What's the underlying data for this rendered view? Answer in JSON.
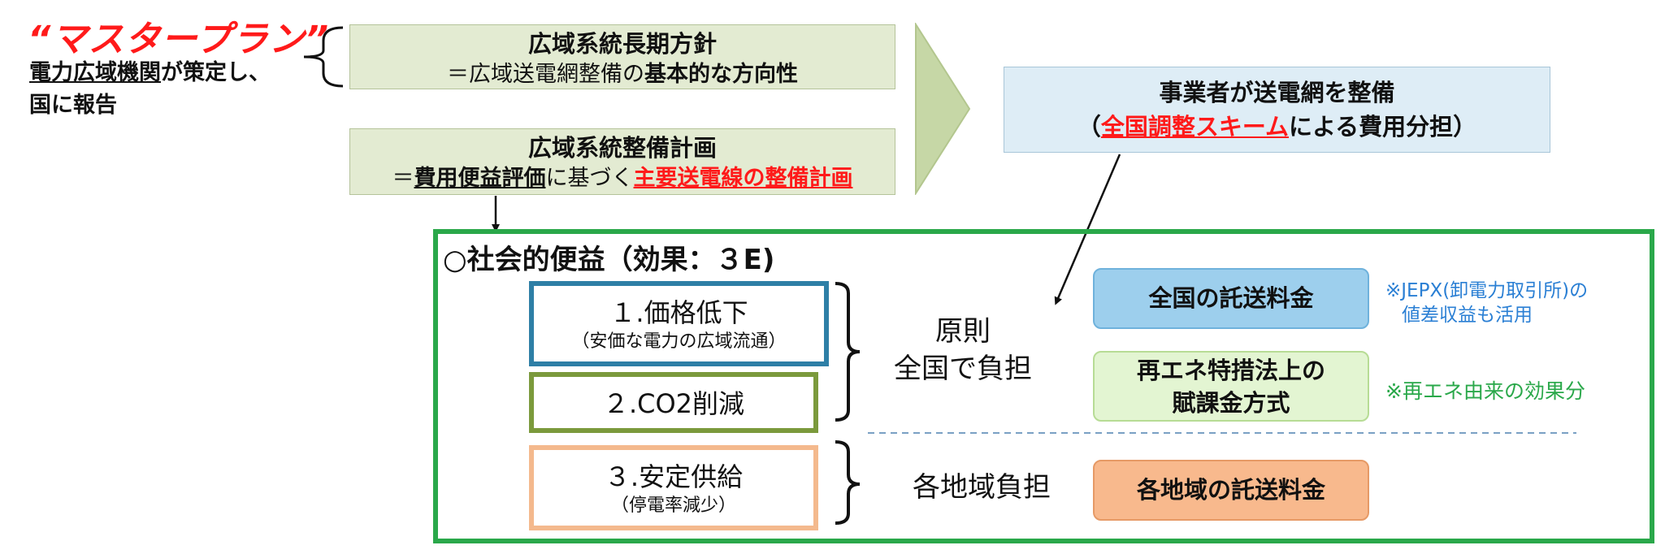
{
  "masterplan": {
    "title": "“マスタープラン”",
    "line1_underlined": "電力広域機関",
    "line1_rest": "が策定し、",
    "line2": "国に報告"
  },
  "long_term": {
    "heading": "広域系統長期方針",
    "prefix": "＝広域送電網整備の",
    "bold": "基本的な方向性"
  },
  "dev_plan": {
    "heading": "広域系統整備計画",
    "prefix": "＝",
    "cba": "費用便益評価",
    "middle": "に基づく",
    "red": "主要送電線の整備計画"
  },
  "operator": {
    "line1": "事業者が送電網を整備",
    "open": "（",
    "red": "全国調整スキーム",
    "rest": "による費用分担）"
  },
  "social_benefit": {
    "title": "○社会的便益（効果：３E)",
    "items": [
      {
        "main": "１.価格低下",
        "sub": "（安価な電力の広域流通）",
        "color": "#2e7fa6"
      },
      {
        "main": "２.CO2削減",
        "sub": "",
        "color": "#7b9a3c"
      },
      {
        "main": "３.安定供給",
        "sub": "（停電率減少）",
        "color": "#f4b98d"
      }
    ]
  },
  "burden": {
    "national_line1": "原則",
    "national_line2": "全国で負担",
    "regional": "各地域負担"
  },
  "mechanisms": {
    "national_fee": "全国の託送料金",
    "fit_line1": "再エネ特措法上の",
    "fit_line2": "賦課金方式",
    "regional_fee": "各地域の託送料金"
  },
  "notes": {
    "jepx_line1": "※JEPX(卸電力取引所)の",
    "jepx_line2": "値差収益も活用",
    "renewable": "※再エネ由来の効果分"
  },
  "colors": {
    "accent_red": "#ff1a1a",
    "frame_green": "#2aa84a",
    "note_blue": "#2a7fd4"
  }
}
